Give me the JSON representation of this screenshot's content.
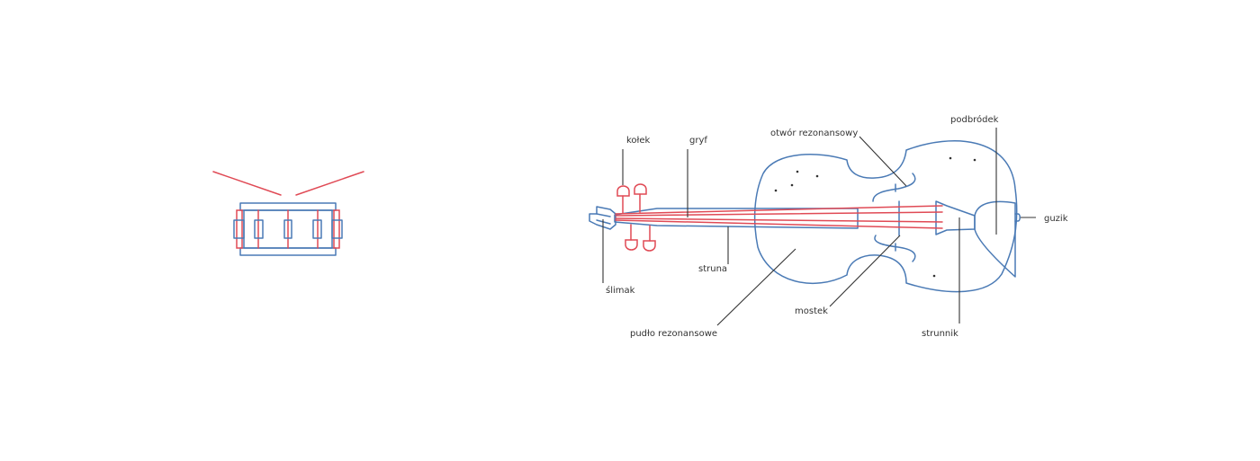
{
  "colors": {
    "outline": "#4a7ab5",
    "strings": "#e04a55",
    "labels": "#333333",
    "background": "#ffffff"
  },
  "labels": {
    "peg": "kołek",
    "fingerboard": "gryf",
    "sound_hole": "otwór rezonansowy",
    "chinrest": "podbródek",
    "end_button": "guzik",
    "scroll": "ślimak",
    "string": "struna",
    "sound_box": "pudło rezonansowe",
    "bridge": "mostek",
    "tailpiece": "strunnik"
  }
}
